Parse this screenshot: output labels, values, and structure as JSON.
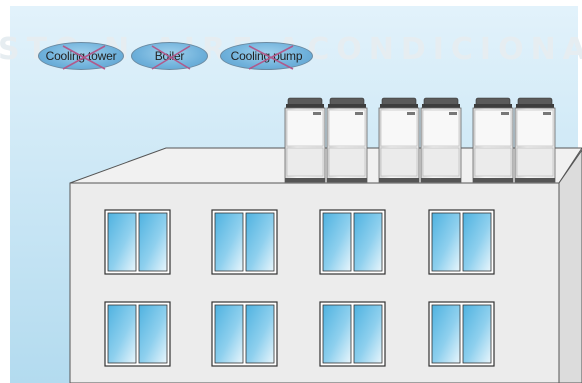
{
  "watermark": "STO N AIRE ACONDICIONAD",
  "eliminated_equipment": [
    {
      "label": "Cooling tower"
    },
    {
      "label": "Boiler"
    },
    {
      "label": "Cooling pump"
    }
  ],
  "colors": {
    "sky_top": "#d6ecf7",
    "sky_bottom": "#b5dcef",
    "wall": "#ebebeb",
    "roof": "#f2f2f2",
    "window_glass": "#6fc1e6",
    "cross": "#b05a8c",
    "unit_body": "#f4f4f4"
  },
  "icons": {
    "cross_mark": "x-cross-icon",
    "outdoor_unit": "vrf-outdoor-unit-icon"
  },
  "outdoor_units_count": 6,
  "windows_count": 8
}
